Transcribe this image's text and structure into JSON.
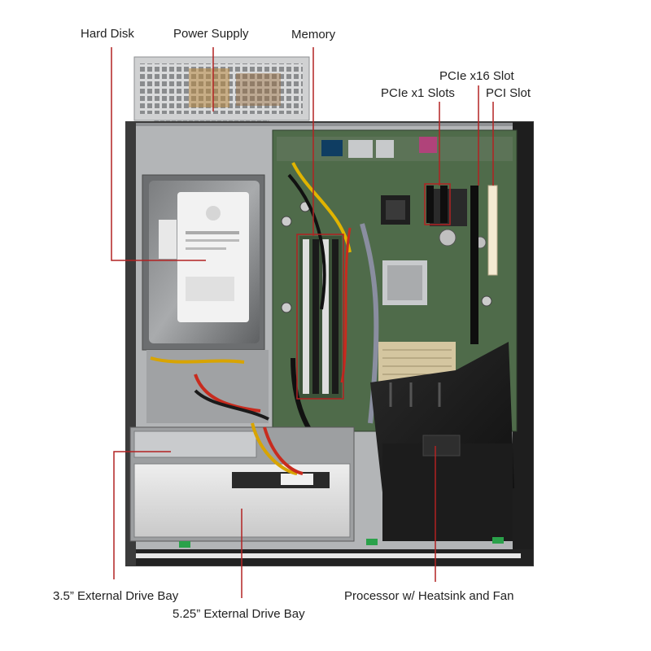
{
  "labels": {
    "hard_disk": "Hard Disk",
    "power_supply": "Power Supply",
    "memory": "Memory",
    "pcie_x16": "PCIe x16 Slot",
    "pcie_x1": "PCIe x1 Slots",
    "pci": "PCI Slot",
    "drive_35": "3.5” External Drive Bay",
    "drive_525": "5.25” External Drive Bay",
    "processor": "Processor w/ Heatsink and Fan"
  },
  "colors": {
    "callout": "#b22222",
    "board": "#4f6b4a",
    "chassis": "#2e2e2e",
    "metal": "#c9cbcd",
    "text": "#222222"
  }
}
